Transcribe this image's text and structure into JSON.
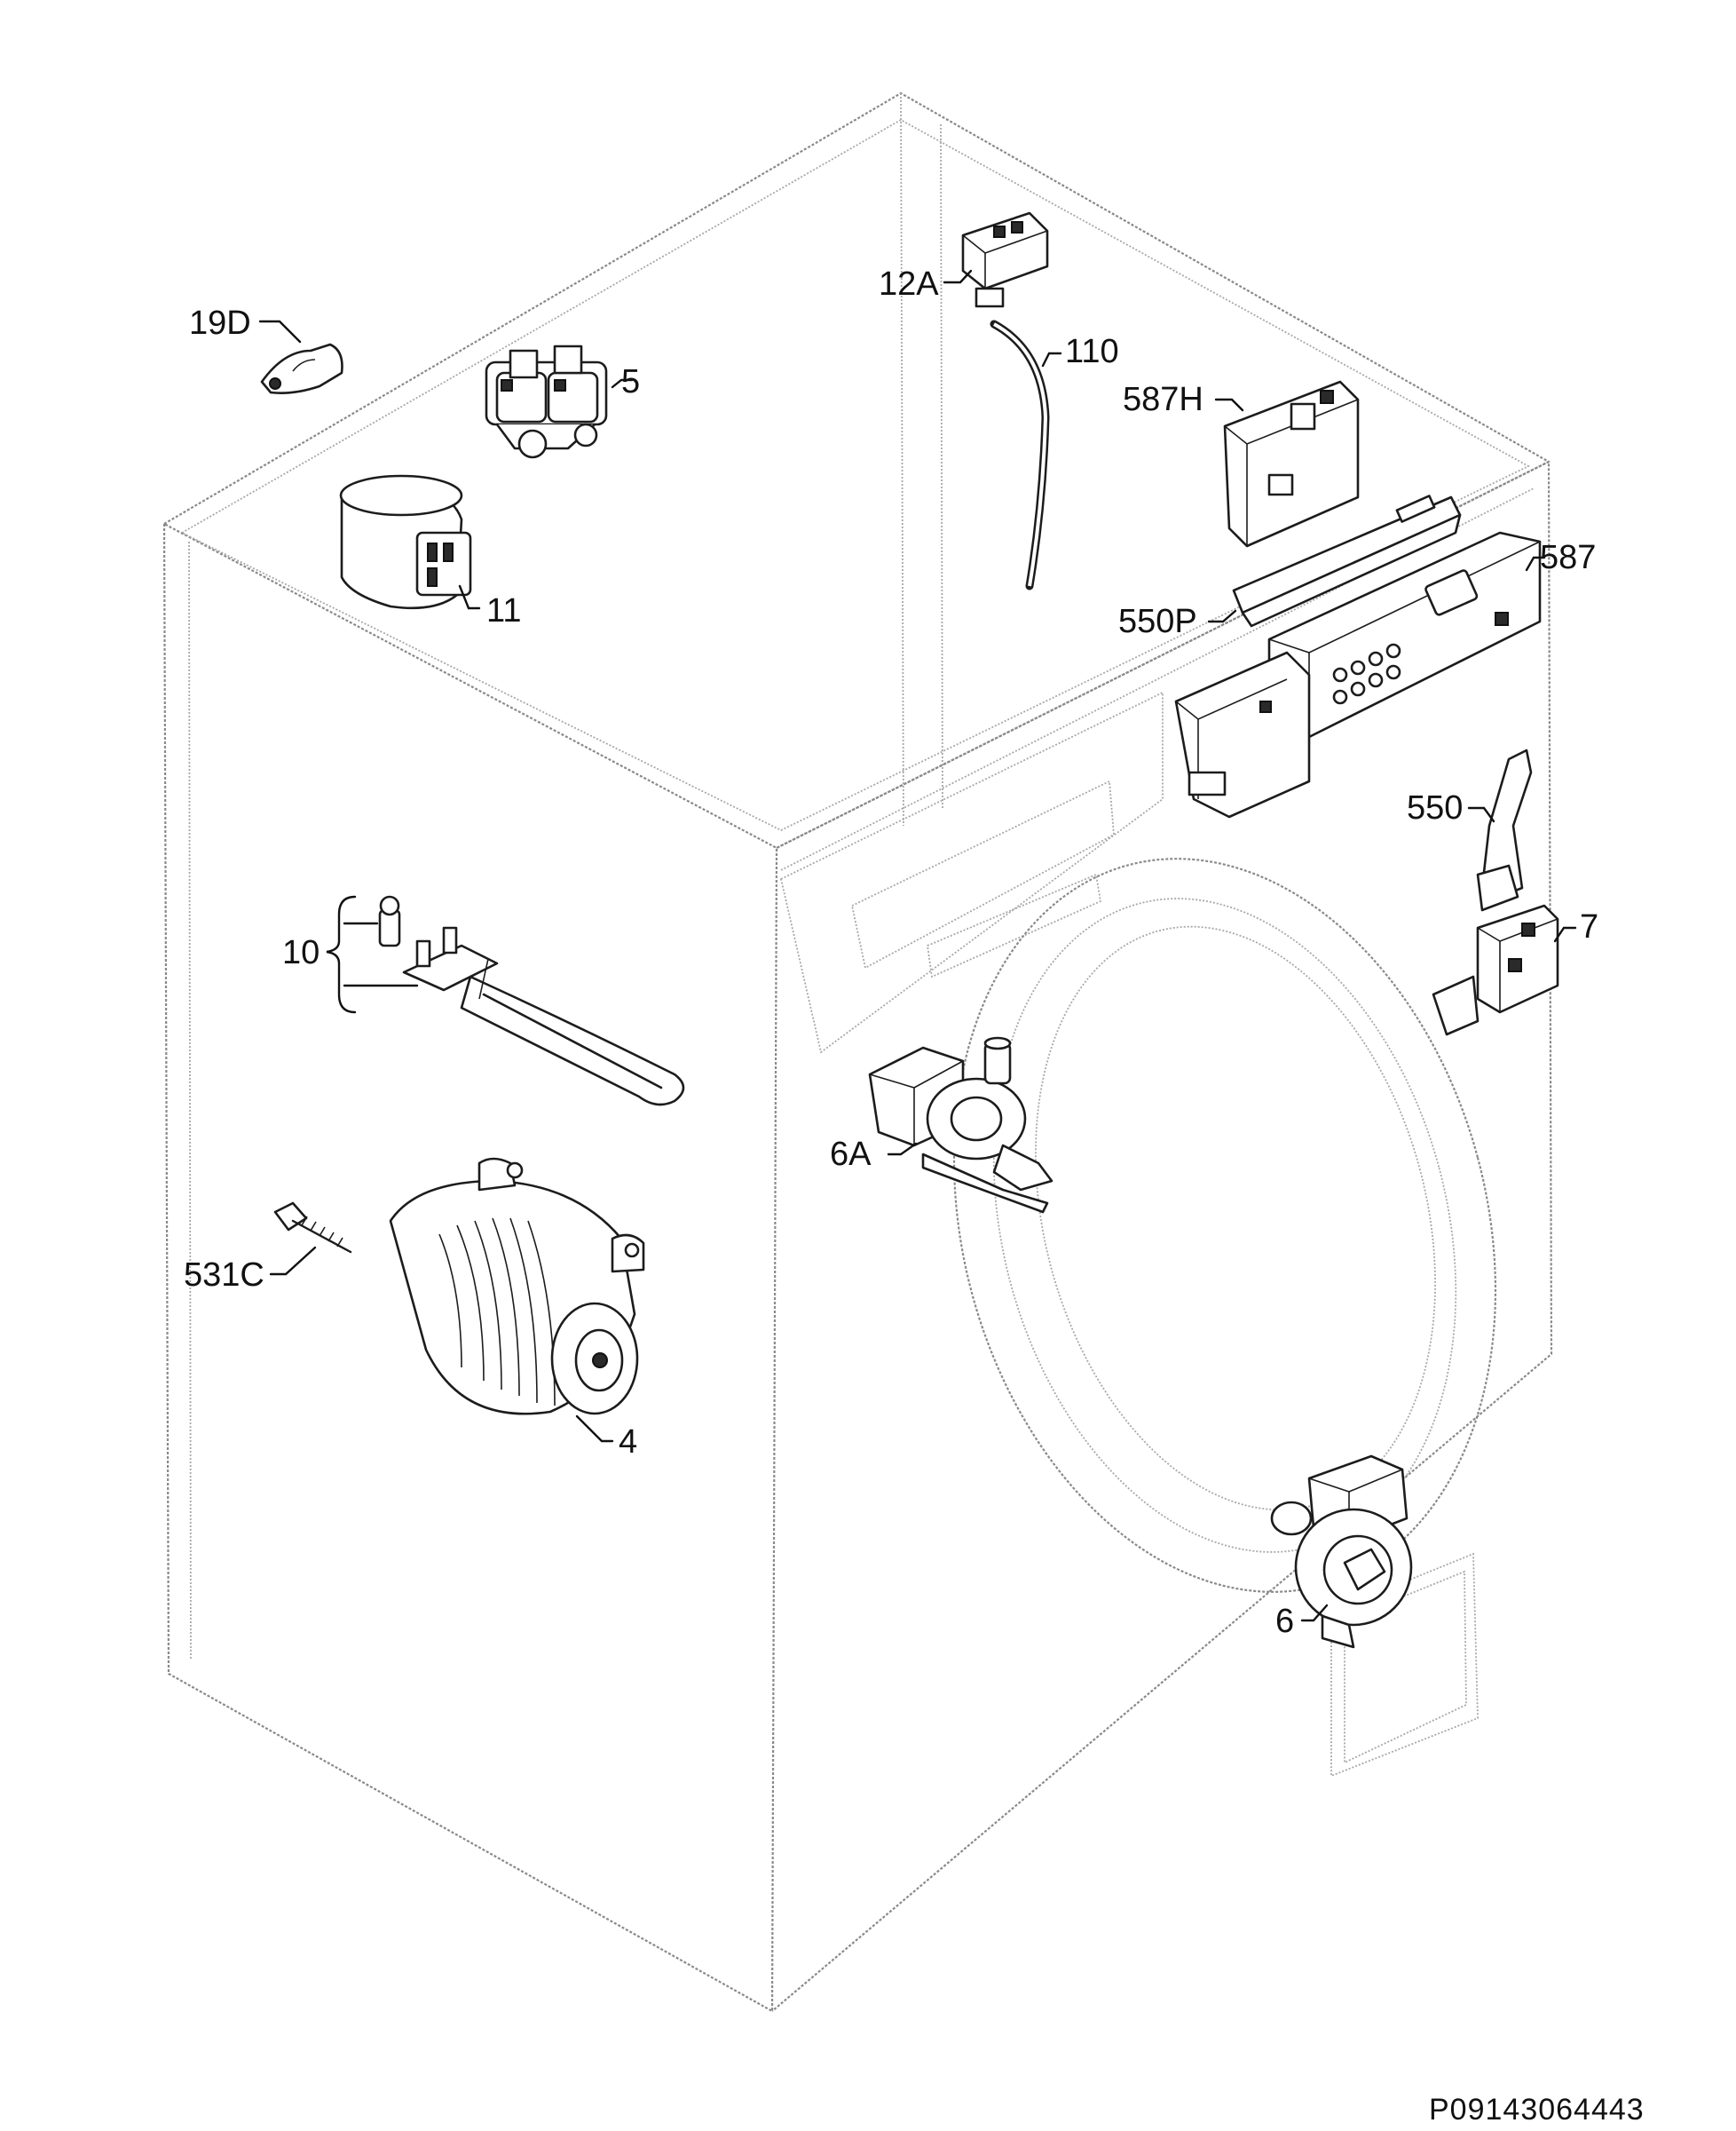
{
  "diagram": {
    "type": "exploded-parts-view",
    "labels": {
      "p19D": "19D",
      "p5": "5",
      "p11": "11",
      "p12A": "12A",
      "p110": "110",
      "p587H": "587H",
      "p587": "587",
      "p550P": "550P",
      "p550": "550",
      "p7": "7",
      "p10": "10",
      "p6A": "6A",
      "p531C": "531C",
      "p4": "4",
      "p6": "6"
    },
    "drawing_code": "P09143064443"
  }
}
